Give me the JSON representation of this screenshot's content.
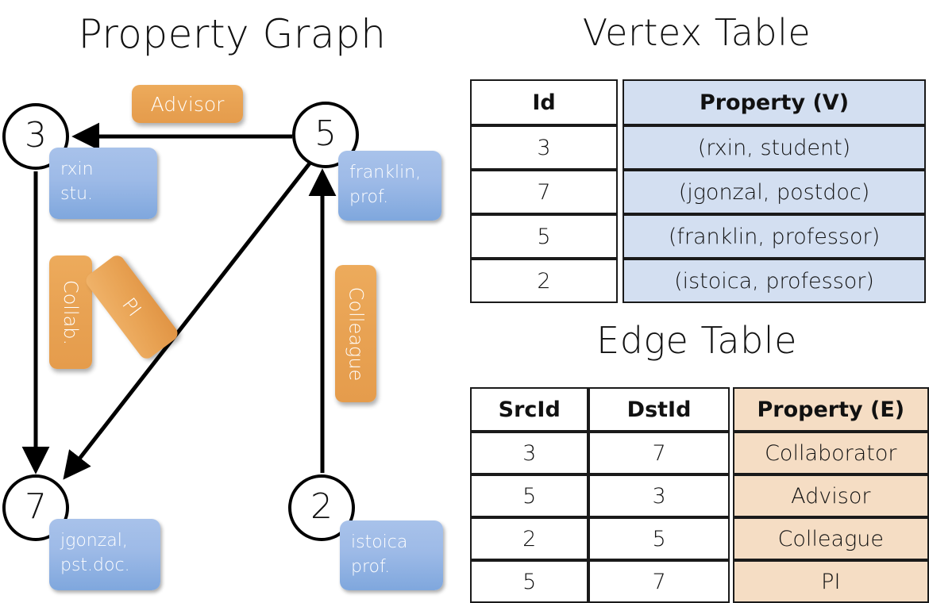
{
  "titles": {
    "property_graph": "Property Graph",
    "vertex_table": "Vertex Table",
    "edge_table": "Edge Table"
  },
  "graph": {
    "nodes": [
      {
        "id": "3",
        "name": "rxin",
        "role": "stu."
      },
      {
        "id": "5",
        "name": "franklin,",
        "role": "prof."
      },
      {
        "id": "7",
        "name": "jgonzal,",
        "role": "pst.doc."
      },
      {
        "id": "2",
        "name": "istoica",
        "role": "prof."
      }
    ],
    "edge_labels": {
      "advisor": "Advisor",
      "collab": "Collab.",
      "pi": "PI",
      "colleague": "Colleague"
    },
    "edges": [
      {
        "from": "3",
        "to": "7",
        "label": "Collab."
      },
      {
        "from": "5",
        "to": "3",
        "label": "Advisor"
      },
      {
        "from": "2",
        "to": "5",
        "label": "Colleague"
      },
      {
        "from": "5",
        "to": "7",
        "label": "PI"
      }
    ]
  },
  "vertex_table": {
    "headers": [
      "Id",
      "Property (V)"
    ],
    "rows": [
      {
        "id": "3",
        "property": "(rxin, student)"
      },
      {
        "id": "7",
        "property": "(jgonzal, postdoc)"
      },
      {
        "id": "5",
        "property": "(franklin, professor)"
      },
      {
        "id": "2",
        "property": "(istoica, professor)"
      }
    ]
  },
  "edge_table": {
    "headers": [
      "SrcId",
      "DstId",
      "Property (E)"
    ],
    "rows": [
      {
        "src": "3",
        "dst": "7",
        "property": "Collaborator"
      },
      {
        "src": "5",
        "dst": "3",
        "property": "Advisor"
      },
      {
        "src": "2",
        "dst": "5",
        "property": "Colleague"
      },
      {
        "src": "5",
        "dst": "7",
        "property": "PI"
      }
    ]
  },
  "colors": {
    "vertex_box": "#9dbae7",
    "edge_box": "#e8a253",
    "vertex_table_accent": "#d3dff1",
    "edge_table_accent": "#f5ddc4",
    "stroke": "#000000"
  }
}
